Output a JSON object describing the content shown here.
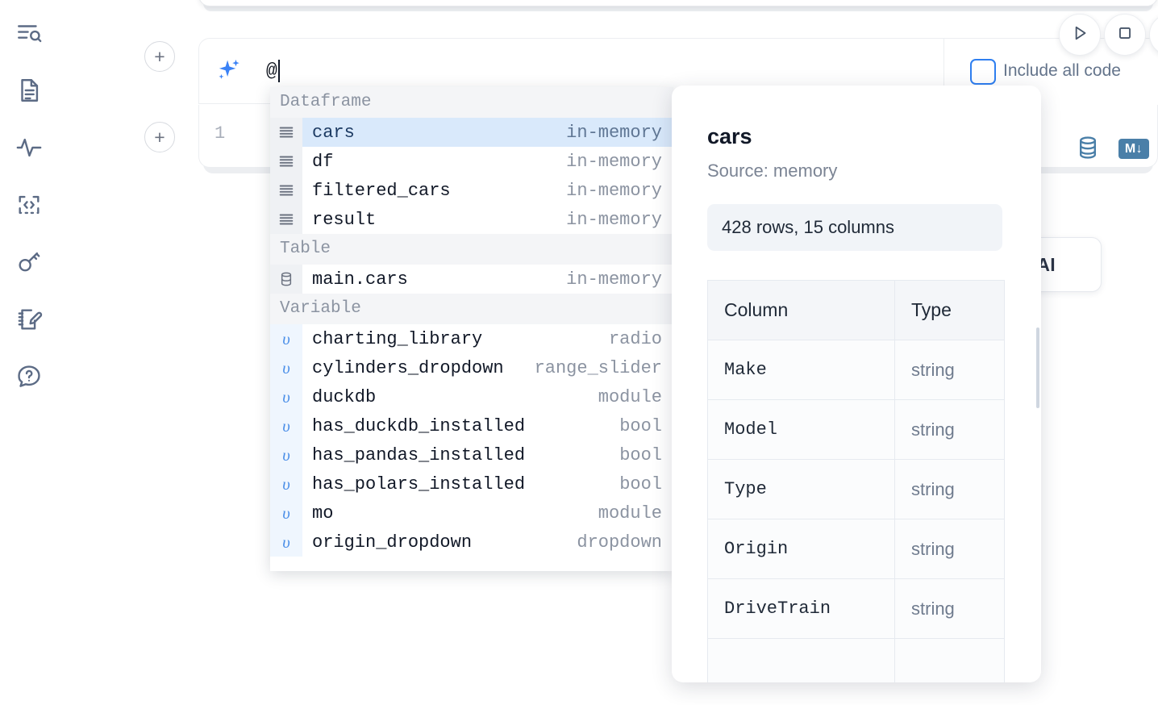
{
  "sidebar": {
    "items": [
      {
        "icon": "list-search-icon",
        "name": "explore"
      },
      {
        "icon": "document-icon",
        "name": "notebook"
      },
      {
        "icon": "activity-icon",
        "name": "activity"
      },
      {
        "icon": "code-brackets-icon",
        "name": "snippets"
      },
      {
        "icon": "key-icon",
        "name": "secrets"
      },
      {
        "icon": "notepad-pencil-icon",
        "name": "scratchpad"
      },
      {
        "icon": "help-chat-icon",
        "name": "help"
      }
    ]
  },
  "prompt_bar": {
    "add_cell_label": "+",
    "ai_icon": "ai-sparkle-icon",
    "input_value": "@",
    "input_placeholder": ""
  },
  "toolbar": {
    "run_icon": "play-triangle-icon",
    "stop_icon": "stop-square-icon",
    "more_icon": "more-circle-icon",
    "include_all_code_label": "Include all code",
    "include_all_code_checked": false,
    "accent_color": "#2f7ff0"
  },
  "code_cell": {
    "line_number": "1",
    "db_icon": "database-icon",
    "markdown_badge": "M↓",
    "badge_color": "#4a7fa8"
  },
  "ai_ghost_button": {
    "label": "AI"
  },
  "autocomplete": {
    "groups": [
      {
        "label": "Dataframe",
        "kind": "dataframe",
        "items": [
          {
            "name": "cars",
            "type": "in-memory",
            "selected": true,
            "icon": "rows-icon"
          },
          {
            "name": "df",
            "type": "in-memory",
            "selected": false,
            "icon": "rows-icon"
          },
          {
            "name": "filtered_cars",
            "type": "in-memory",
            "selected": false,
            "icon": "rows-icon"
          },
          {
            "name": "result",
            "type": "in-memory",
            "selected": false,
            "icon": "rows-icon"
          }
        ]
      },
      {
        "label": "Table",
        "kind": "table",
        "items": [
          {
            "name": "main.cars",
            "type": "in-memory",
            "selected": false,
            "icon": "database-icon"
          }
        ]
      },
      {
        "label": "Variable",
        "kind": "variable",
        "items": [
          {
            "name": "charting_library",
            "type": "radio",
            "selected": false,
            "icon": "variable-icon"
          },
          {
            "name": "cylinders_dropdown",
            "type": "range_slider",
            "selected": false,
            "icon": "variable-icon"
          },
          {
            "name": "duckdb",
            "type": "module",
            "selected": false,
            "icon": "variable-icon"
          },
          {
            "name": "has_duckdb_installed",
            "type": "bool",
            "selected": false,
            "icon": "variable-icon"
          },
          {
            "name": "has_pandas_installed",
            "type": "bool",
            "selected": false,
            "icon": "variable-icon"
          },
          {
            "name": "has_polars_installed",
            "type": "bool",
            "selected": false,
            "icon": "variable-icon"
          },
          {
            "name": "mo",
            "type": "module",
            "selected": false,
            "icon": "variable-icon"
          },
          {
            "name": "origin_dropdown",
            "type": "dropdown",
            "selected": false,
            "icon": "variable-icon"
          }
        ]
      }
    ],
    "selected_highlight": "#d9e9fb"
  },
  "doc_panel": {
    "title": "cars",
    "source": "Source: memory",
    "shape": "428 rows, 15 columns",
    "columns_header": "Column",
    "type_header": "Type",
    "rows": [
      {
        "column": "Make",
        "type": "string"
      },
      {
        "column": "Model",
        "type": "string"
      },
      {
        "column": "Type",
        "type": "string"
      },
      {
        "column": "Origin",
        "type": "string"
      },
      {
        "column": "DriveTrain",
        "type": "string"
      }
    ]
  }
}
